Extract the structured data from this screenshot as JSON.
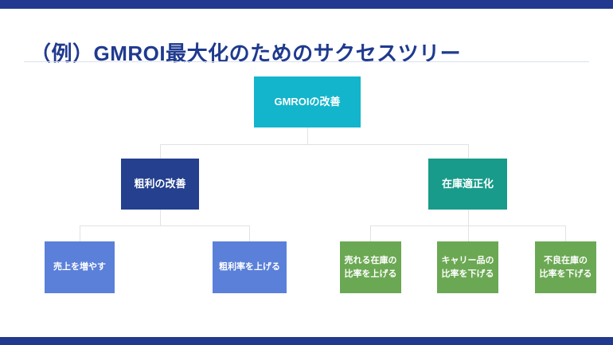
{
  "slide": {
    "title": "（例）GMROI最大化のためのサクセスツリー"
  },
  "colors": {
    "accent_navy": "#21398f",
    "title_navy": "#1f3a8e",
    "root_cyan": "#12b5cb",
    "gross_profit_navy": "#24408f",
    "inventory_teal": "#189b8a",
    "driver_blue": "#5b80d9",
    "driver_green": "#6ba853",
    "connector_gray": "#e2e2e2"
  },
  "tree": {
    "root": {
      "label": "GMROIの改善"
    },
    "level2": [
      {
        "label": "粗利の改善"
      },
      {
        "label": "在庫適正化"
      }
    ],
    "level3": [
      {
        "label": "売上を増やす"
      },
      {
        "label": "粗利率を上げる"
      },
      {
        "label": "売れる在庫の\n比率を上げる"
      },
      {
        "label": "キャリー品の\n比率を下げる"
      },
      {
        "label": "不良在庫の\n比率を下げる"
      }
    ]
  }
}
